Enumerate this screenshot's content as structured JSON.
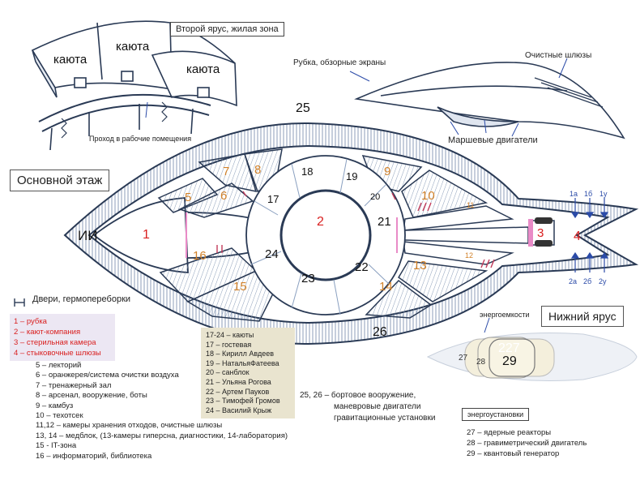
{
  "labels": {
    "second_tier": "Второй ярус, жилая зона",
    "cabin": "каюта",
    "passage": "Проход в рабочие помещения",
    "bridge_screens": "Рубка, обзорные экраны",
    "cleaning_locks": "Очистные шлюзы",
    "march_engines": "Маршевые двигатели",
    "main_floor": "Основной этаж",
    "lower_tier": "Нижний ярус",
    "energy_tanks": "энергоемкости",
    "energy_units": "энергоустановки",
    "doors": "Двери, гермопереборки",
    "ii": "ИИ",
    "weapons_note_1": "25, 26 – бортовое вооружение,",
    "weapons_note_2": "маневровые двигатели",
    "weapons_note_3": "гравитационные установки"
  },
  "zone_numbers": {
    "n1": "1",
    "n2": "2",
    "n3": "3",
    "n4": "4",
    "n5": "5",
    "n6": "6",
    "n7": "7",
    "n8": "8",
    "n9": "9",
    "n10": "10",
    "n11": "11",
    "n12": "12",
    "n13": "13",
    "n14": "14",
    "n15": "15",
    "n16": "16",
    "n17": "17",
    "n18": "18",
    "n19": "19",
    "n20": "20",
    "n21": "21",
    "n22": "22",
    "n23": "23",
    "n24": "24",
    "n25": "25",
    "n26": "26",
    "n27": "27",
    "n28": "28",
    "n29": "29",
    "n227": "227"
  },
  "arrow_labels": [
    "1а",
    "1б",
    "1у",
    "2а",
    "2б",
    "2у"
  ],
  "legend_red": [
    "1 – рубка",
    "2 – кают-компания",
    "3 – стерильная камера",
    "4 – стыковочные шлюзы"
  ],
  "legend_list": [
    "5 – лекторий",
    "6 – оранжерея/система очистки воздуха",
    "7 – тренажерный зал",
    "8 – арсенал, вооружение, боты",
    "9 – камбуз",
    "10 – техотсек",
    "11,12 – камеры хранения отходов, очистные шлюзы",
    "13, 14 – медблок, (13-камеры гиперсна, диагностики, 14-лаборатория)",
    "15 - IT-зона",
    "16 – информаторий, библиотека"
  ],
  "cabins_list": [
    "17-24 – каюты",
    "17 – гостевая",
    "18 – Кирилл Авдеев",
    "19 – НатальяФатеева",
    "20 – санблок",
    "21 – Ульяна Рогова",
    "22 – Артем Пауков",
    "23 – Тимофей Громов",
    "24 – Василий Крыж"
  ],
  "energy_list": [
    "27 – ядерные реакторы",
    "28 – гравиметрический двигатель",
    "29 – квантовый генератор"
  ],
  "colors": {
    "accent_orange": "#d2822a",
    "accent_red": "#d92020",
    "line_dark": "#2a3a55",
    "hatch_blue": "#b9c7da",
    "legend_bg": "#ece7f3",
    "cabins_bg": "#e9e4cf",
    "arrow_blue": "#2b4ba8"
  }
}
